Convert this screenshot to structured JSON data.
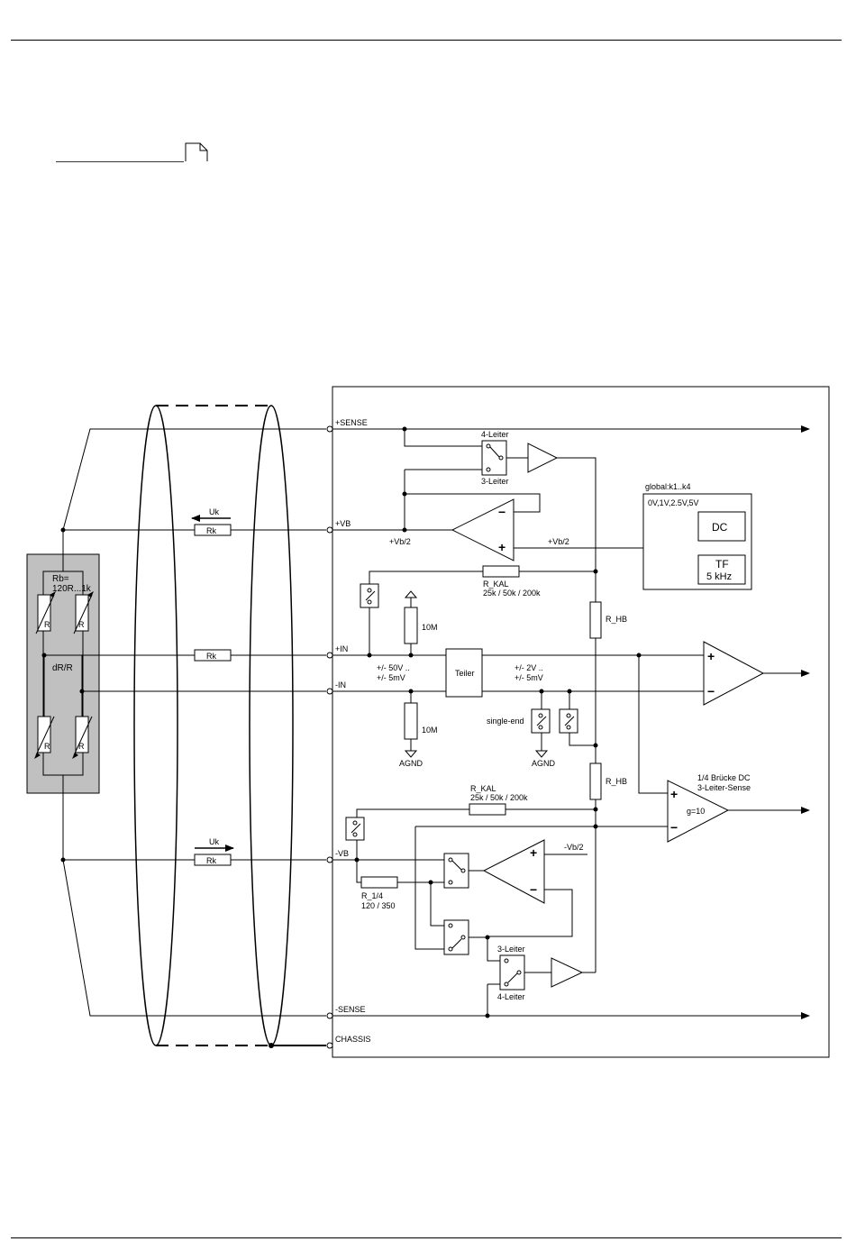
{
  "diagram": {
    "terminals": {
      "sense_plus": "+SENSE",
      "vb_plus": "+VB",
      "in_plus": "+IN",
      "in_minus": "-IN",
      "vb_minus": "-VB",
      "sense_minus": "-SENSE",
      "chassis": "CHASSIS"
    },
    "bridge": {
      "rb_line1": "Rb=",
      "rb_line2": "120R...1k",
      "dr_r": "dR/R",
      "r": "R"
    },
    "cable": {
      "uk": "Uk",
      "rk": "Rk"
    },
    "labels": {
      "four_leiter": "4-Leiter",
      "three_leiter": "3-Leiter",
      "vb_half_pos": "+Vb/2",
      "vb_half_neg": "-Vb/2",
      "global": "global:k1..k4",
      "ranges": "0V,1V,2.5V,5V",
      "dc": "DC",
      "tf_line1": "TF",
      "tf_line2": "5 kHz",
      "r_kal": "R_KAL",
      "r_kal_values": "25k / 50k / 200k",
      "ten_m": "10M",
      "r_hb": "R_HB",
      "range_50v_line1": "+/- 50V ..",
      "range_50v_line2": "+/- 5mV",
      "teiler": "Teiler",
      "range_2v_line1": "+/- 2V ..",
      "range_2v_line2": "+/- 5mV",
      "single_end": "single-end",
      "agnd": "AGND",
      "bridge_dc_line1": "1/4 Brücke DC",
      "bridge_dc_line2": "3-Leiter-Sense",
      "gain": "g=10",
      "r_quarter": "R_1/4",
      "r_quarter_values": "120 / 350",
      "plus": "+",
      "minus": "−"
    }
  }
}
